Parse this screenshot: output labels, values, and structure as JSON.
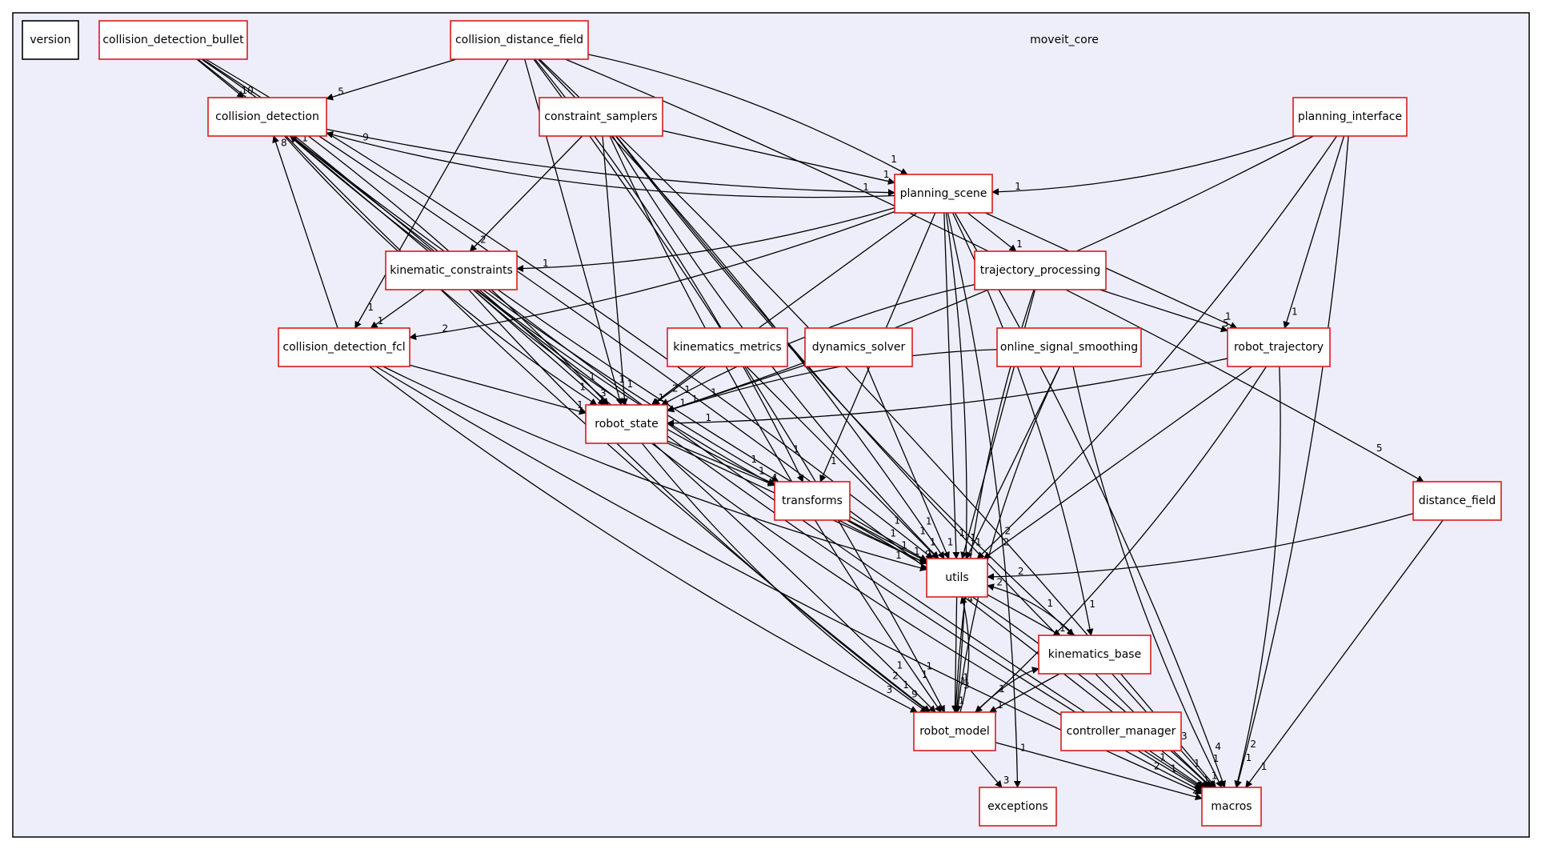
{
  "cluster": {
    "label": "moveit_core"
  },
  "nodes": [
    {
      "id": "version",
      "label": "version",
      "plain": true
    },
    {
      "id": "collision_detection_bullet",
      "label": "collision_detection_bullet"
    },
    {
      "id": "collision_distance_field",
      "label": "collision_distance_field"
    },
    {
      "id": "collision_detection",
      "label": "collision_detection"
    },
    {
      "id": "constraint_samplers",
      "label": "constraint_samplers"
    },
    {
      "id": "planning_interface",
      "label": "planning_interface"
    },
    {
      "id": "planning_scene",
      "label": "planning_scene"
    },
    {
      "id": "kinematic_constraints",
      "label": "kinematic_constraints"
    },
    {
      "id": "trajectory_processing",
      "label": "trajectory_processing"
    },
    {
      "id": "collision_detection_fcl",
      "label": "collision_detection_fcl"
    },
    {
      "id": "kinematics_metrics",
      "label": "kinematics_metrics"
    },
    {
      "id": "dynamics_solver",
      "label": "dynamics_solver"
    },
    {
      "id": "online_signal_smoothing",
      "label": "online_signal_smoothing"
    },
    {
      "id": "robot_trajectory",
      "label": "robot_trajectory"
    },
    {
      "id": "robot_state",
      "label": "robot_state"
    },
    {
      "id": "transforms",
      "label": "transforms"
    },
    {
      "id": "distance_field",
      "label": "distance_field"
    },
    {
      "id": "utils",
      "label": "utils"
    },
    {
      "id": "kinematics_base",
      "label": "kinematics_base"
    },
    {
      "id": "robot_model",
      "label": "robot_model"
    },
    {
      "id": "controller_manager",
      "label": "controller_manager"
    },
    {
      "id": "exceptions",
      "label": "exceptions"
    },
    {
      "id": "macros",
      "label": "macros"
    }
  ],
  "edges": [
    {
      "from": "collision_detection_bullet",
      "to": "collision_detection",
      "label": "10"
    },
    {
      "from": "collision_detection_bullet",
      "to": "robot_state",
      "label": "1"
    },
    {
      "from": "collision_detection_bullet",
      "to": "utils",
      "label": "1"
    },
    {
      "from": "collision_detection_bullet",
      "to": "robot_model",
      "label": "1"
    },
    {
      "from": "collision_detection_bullet",
      "to": "macros",
      "label": "1"
    },
    {
      "from": "collision_distance_field",
      "to": "collision_detection",
      "label": "5"
    },
    {
      "from": "collision_distance_field",
      "to": "planning_scene",
      "label": "1"
    },
    {
      "from": "collision_distance_field",
      "to": "collision_detection_fcl",
      "label": "1"
    },
    {
      "from": "collision_distance_field",
      "to": "robot_state",
      "label": "1"
    },
    {
      "from": "collision_distance_field",
      "to": "transforms",
      "label": "1"
    },
    {
      "from": "collision_distance_field",
      "to": "utils",
      "label": "1"
    },
    {
      "from": "collision_distance_field",
      "to": "robot_model",
      "label": "1"
    },
    {
      "from": "collision_distance_field",
      "to": "distance_field",
      "label": "5"
    },
    {
      "from": "collision_distance_field",
      "to": "macros",
      "label": "3"
    },
    {
      "from": "collision_detection",
      "to": "planning_scene",
      "label": "1"
    },
    {
      "from": "collision_detection",
      "to": "robot_state",
      "label": "1"
    },
    {
      "from": "collision_detection",
      "to": "transforms",
      "label": "1"
    },
    {
      "from": "collision_detection",
      "to": "utils",
      "label": "1"
    },
    {
      "from": "collision_detection",
      "to": "robot_model",
      "label": "2"
    },
    {
      "from": "collision_detection",
      "to": "macros",
      "label": "2"
    },
    {
      "from": "constraint_samplers",
      "to": "planning_scene",
      "label": "1"
    },
    {
      "from": "constraint_samplers",
      "to": "kinematic_constraints",
      "label": "2"
    },
    {
      "from": "constraint_samplers",
      "to": "robot_state",
      "label": "1"
    },
    {
      "from": "constraint_samplers",
      "to": "utils",
      "label": "1"
    },
    {
      "from": "constraint_samplers",
      "to": "kinematics_base",
      "label": "1"
    },
    {
      "from": "constraint_samplers",
      "to": "robot_model",
      "label": "1"
    },
    {
      "from": "constraint_samplers",
      "to": "macros",
      "label": "1"
    },
    {
      "from": "planning_interface",
      "to": "planning_scene",
      "label": "1"
    },
    {
      "from": "planning_interface",
      "to": "robot_state",
      "label": "1"
    },
    {
      "from": "planning_interface",
      "to": "robot_trajectory",
      "label": "1"
    },
    {
      "from": "planning_interface",
      "to": "utils",
      "label": "2"
    },
    {
      "from": "planning_interface",
      "to": "macros",
      "label": "2"
    },
    {
      "from": "planning_scene",
      "to": "collision_detection",
      "label": "9"
    },
    {
      "from": "planning_scene",
      "to": "kinematic_constraints",
      "label": "1"
    },
    {
      "from": "planning_scene",
      "to": "collision_detection_fcl",
      "label": "2"
    },
    {
      "from": "planning_scene",
      "to": "trajectory_processing",
      "label": "1"
    },
    {
      "from": "planning_scene",
      "to": "robot_state",
      "label": "2"
    },
    {
      "from": "planning_scene",
      "to": "robot_trajectory",
      "label": "1"
    },
    {
      "from": "planning_scene",
      "to": "transforms",
      "label": "1"
    },
    {
      "from": "planning_scene",
      "to": "utils",
      "label": "1"
    },
    {
      "from": "planning_scene",
      "to": "kinematics_base",
      "label": "1"
    },
    {
      "from": "planning_scene",
      "to": "robot_model",
      "label": "1"
    },
    {
      "from": "planning_scene",
      "to": "exceptions",
      "label": "1"
    },
    {
      "from": "planning_scene",
      "to": "macros",
      "label": "4"
    },
    {
      "from": "kinematic_constraints",
      "to": "collision_detection",
      "label": "1"
    },
    {
      "from": "kinematic_constraints",
      "to": "collision_detection_fcl",
      "label": "1"
    },
    {
      "from": "kinematic_constraints",
      "to": "robot_state",
      "label": "3"
    },
    {
      "from": "kinematic_constraints",
      "to": "transforms",
      "label": "1"
    },
    {
      "from": "kinematic_constraints",
      "to": "utils",
      "label": "1"
    },
    {
      "from": "kinematic_constraints",
      "to": "robot_model",
      "label": "1"
    },
    {
      "from": "kinematic_constraints",
      "to": "macros",
      "label": "1"
    },
    {
      "from": "trajectory_processing",
      "to": "robot_trajectory",
      "label": "5"
    },
    {
      "from": "trajectory_processing",
      "to": "robot_state",
      "label": "1"
    },
    {
      "from": "trajectory_processing",
      "to": "utils",
      "label": "1"
    },
    {
      "from": "trajectory_processing",
      "to": "robot_model",
      "label": "1"
    },
    {
      "from": "collision_detection_fcl",
      "to": "collision_detection",
      "label": "8"
    },
    {
      "from": "collision_detection_fcl",
      "to": "robot_state",
      "label": "1"
    },
    {
      "from": "collision_detection_fcl",
      "to": "utils",
      "label": "1"
    },
    {
      "from": "collision_detection_fcl",
      "to": "robot_model",
      "label": "3"
    },
    {
      "from": "collision_detection_fcl",
      "to": "macros",
      "label": "2"
    },
    {
      "from": "kinematics_metrics",
      "to": "robot_state",
      "label": "1"
    },
    {
      "from": "kinematics_metrics",
      "to": "utils",
      "label": "1"
    },
    {
      "from": "dynamics_solver",
      "to": "robot_state",
      "label": "1"
    },
    {
      "from": "dynamics_solver",
      "to": "utils",
      "label": "1"
    },
    {
      "from": "online_signal_smoothing",
      "to": "robot_state",
      "label": "1"
    },
    {
      "from": "online_signal_smoothing",
      "to": "utils",
      "label": "1"
    },
    {
      "from": "online_signal_smoothing",
      "to": "robot_model",
      "label": "3"
    },
    {
      "from": "online_signal_smoothing",
      "to": "macros",
      "label": "1"
    },
    {
      "from": "robot_trajectory",
      "to": "robot_state",
      "label": "1"
    },
    {
      "from": "robot_trajectory",
      "to": "utils",
      "label": "2"
    },
    {
      "from": "robot_trajectory",
      "to": "robot_model",
      "label": "1"
    },
    {
      "from": "robot_trajectory",
      "to": "macros",
      "label": "1"
    },
    {
      "from": "robot_state",
      "to": "transforms",
      "label": "4"
    },
    {
      "from": "robot_state",
      "to": "utils",
      "label": "1"
    },
    {
      "from": "robot_state",
      "to": "robot_model",
      "label": "9"
    },
    {
      "from": "robot_state",
      "to": "macros",
      "label": "1"
    },
    {
      "from": "transforms",
      "to": "utils",
      "label": "9"
    },
    {
      "from": "transforms",
      "to": "macros",
      "label": "1"
    },
    {
      "from": "distance_field",
      "to": "utils",
      "label": "2"
    },
    {
      "from": "distance_field",
      "to": "macros",
      "label": "1"
    },
    {
      "from": "utils",
      "to": "robot_model",
      "label": "1"
    },
    {
      "from": "utils",
      "to": "kinematics_base",
      "label": "1"
    },
    {
      "from": "kinematics_base",
      "to": "utils",
      "label": "2"
    },
    {
      "from": "kinematics_base",
      "to": "robot_model",
      "label": "1"
    },
    {
      "from": "kinematics_base",
      "to": "macros",
      "label": "1"
    },
    {
      "from": "robot_model",
      "to": "utils",
      "label": "4"
    },
    {
      "from": "robot_model",
      "to": "kinematics_base",
      "label": "1"
    },
    {
      "from": "robot_model",
      "to": "exceptions",
      "label": "3"
    },
    {
      "from": "robot_model",
      "to": "macros",
      "label": "2"
    },
    {
      "from": "controller_manager",
      "to": "macros",
      "label": "1"
    }
  ]
}
